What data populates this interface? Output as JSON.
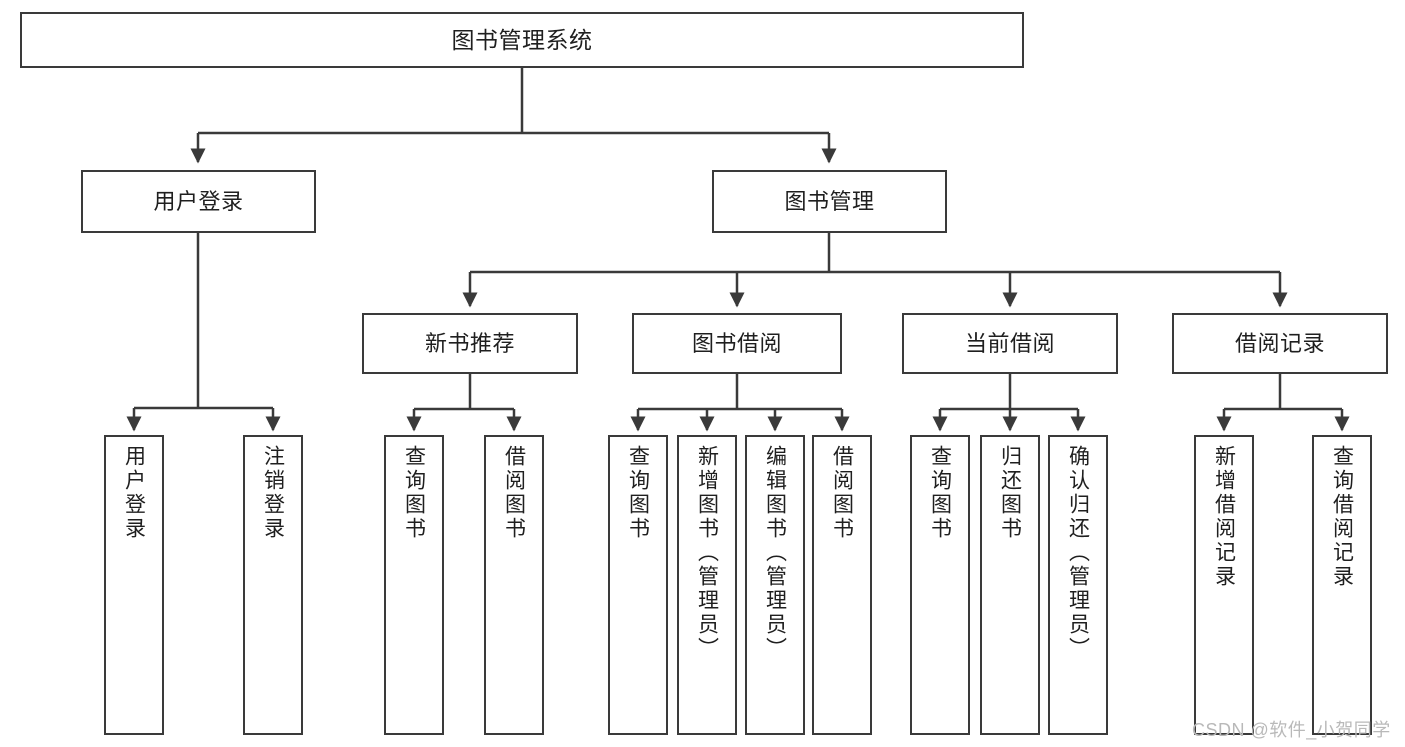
{
  "diagram": {
    "title_node": {
      "label": "图书管理系统"
    },
    "level1": [
      {
        "label": "用户登录"
      },
      {
        "label": "图书管理"
      }
    ],
    "level2": [
      {
        "label": "新书推荐"
      },
      {
        "label": "图书借阅"
      },
      {
        "label": "当前借阅"
      },
      {
        "label": "借阅记录"
      }
    ],
    "leaves": {
      "user_login": [
        {
          "label": "用户登录"
        },
        {
          "label": "注销登录"
        }
      ],
      "new_book_recommend": [
        {
          "label": "查询图书"
        },
        {
          "label": "借阅图书"
        }
      ],
      "book_borrow": [
        {
          "label": "查询图书"
        },
        {
          "label": "新增图书（管理员）"
        },
        {
          "label": "编辑图书（管理员）"
        },
        {
          "label": "借阅图书"
        }
      ],
      "current_borrow": [
        {
          "label": "查询图书"
        },
        {
          "label": "归还图书"
        },
        {
          "label": "确认归还（管理员）"
        }
      ],
      "borrow_record": [
        {
          "label": "新增借阅记录"
        },
        {
          "label": "查询借阅记录"
        }
      ]
    },
    "watermark": {
      "text": "CSDN @软件_小贺同学"
    },
    "colors": {
      "stroke": "#3a3a3a",
      "fill": "#ffffff",
      "text": "#1f1f1f",
      "watermark": "#b9b9b9"
    }
  }
}
